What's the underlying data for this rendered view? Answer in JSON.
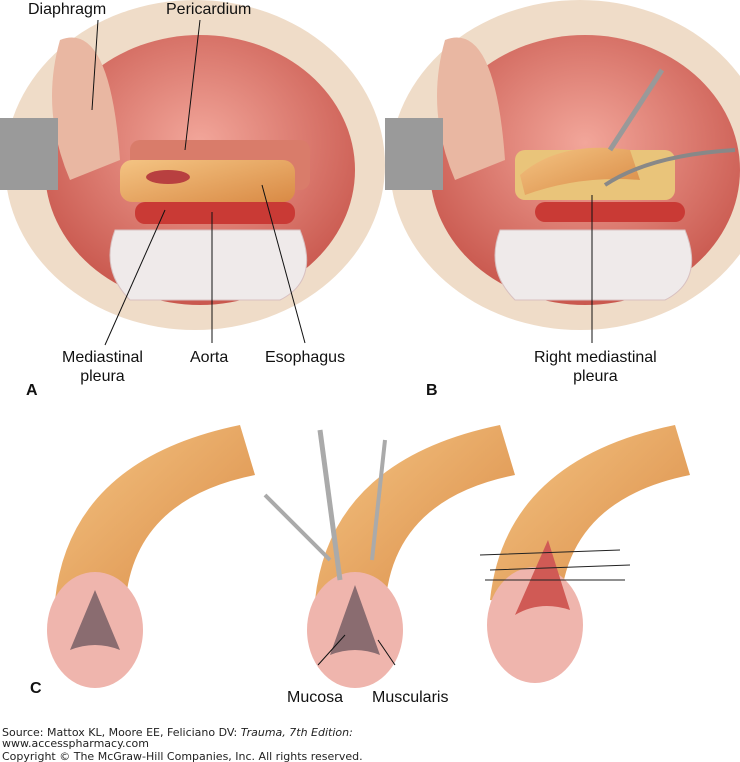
{
  "panels": {
    "a": "A",
    "b": "B",
    "c": "C"
  },
  "labels_a": {
    "diaphragm": "Diaphragm",
    "pericardium": "Pericardium",
    "mediastinal_pleura_1": "Mediastinal",
    "mediastinal_pleura_2": "pleura",
    "aorta": "Aorta",
    "esophagus": "Esophagus"
  },
  "labels_b": {
    "right_mediastinal_1": "Right mediastinal",
    "right_mediastinal_2": "pleura"
  },
  "labels_c": {
    "mucosa": "Mucosa",
    "muscularis": "Muscularis"
  },
  "footer": {
    "source_prefix": "Source: Mattox KL, Moore EE, Feliciano DV: ",
    "source_title": "Trauma, 7th Edition:",
    "url": "www.accesspharmacy.com",
    "copyright": "Copyright © The McGraw-Hill Companies, Inc. All rights reserved."
  }
}
